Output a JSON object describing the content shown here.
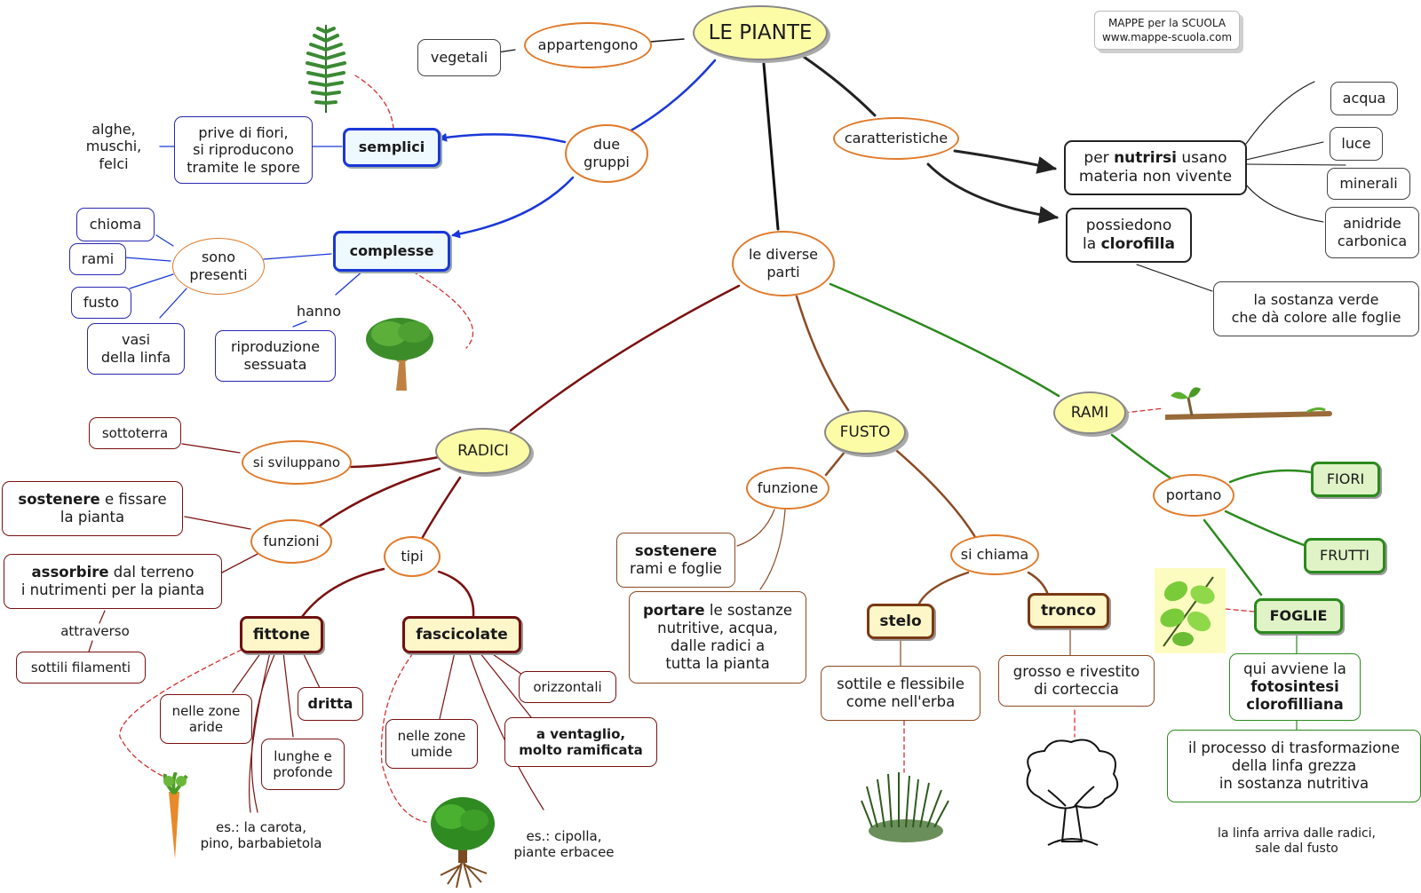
{
  "title": "LE PIANTE",
  "watermark": {
    "line1": "MAPPE per la SCUOLA",
    "line2": "www.mappe-scuola.com"
  },
  "colors": {
    "orange": "#e07a2a",
    "blue": "#1a37d8",
    "dark_red": "#7a1010",
    "brown": "#8b4a22",
    "green": "#2b8a1d",
    "yellow_fill": "#fdfca6"
  },
  "labels": {
    "appartengono": "appartengono",
    "vegetali": "vegetali",
    "due_gruppi": [
      "due",
      "gruppi"
    ],
    "semplici": "semplici",
    "prive": [
      "prive di fiori,",
      "si riproducono",
      "tramite le spore"
    ],
    "alghe": [
      "alghe,",
      "muschi,",
      "felci"
    ],
    "complesse": "complesse",
    "sono_presenti": [
      "sono",
      "presenti"
    ],
    "chioma": "chioma",
    "rami": "rami",
    "fusto": "fusto",
    "vasi": [
      "vasi",
      "della linfa"
    ],
    "hanno": "hanno",
    "riproduzione": [
      "riproduzione",
      "sessuata"
    ],
    "caratteristiche": "caratteristiche",
    "nutrirsi": {
      "pre": "per ",
      "bold": "nutrirsi",
      "post": " usano",
      "line2": "materia non vivente"
    },
    "clorofilla": {
      "line1": "possiedono",
      "pre": "la ",
      "bold": "clorofilla"
    },
    "acqua": "acqua",
    "luce": "luce",
    "minerali": "minerali",
    "anidride": [
      "anidride",
      "carbonica"
    ],
    "sostanza_verde": [
      "la sostanza verde",
      "che dà colore alle foglie"
    ],
    "diverse_parti": [
      "le diverse",
      "parti"
    ],
    "radici": "RADICI",
    "sottoterra": "sottoterra",
    "si_sviluppano": "si sviluppano",
    "funzioni": "funzioni",
    "sostenere_fissare": {
      "bold": "sostenere",
      "post": " e fissare",
      "line2": "la pianta"
    },
    "assorbire": {
      "bold": "assorbire",
      "post": " dal terreno",
      "line2": "i nutrimenti per la pianta"
    },
    "attraverso": "attraverso",
    "filamenti": "sottili filamenti",
    "tipi": "tipi",
    "fittone": "fittone",
    "fascicolate": "fascicolate",
    "zone_aride": [
      "nelle zone",
      "aride"
    ],
    "dritta": "dritta",
    "lunghe": [
      "lunghe e",
      "profonde"
    ],
    "es_carota": [
      "es.: la carota,",
      "pino, barbabietola"
    ],
    "zone_umide": [
      "nelle zone",
      "umide"
    ],
    "orizzontali": "orizzontali",
    "ventaglio": [
      "a ventaglio,",
      "molto ramificata"
    ],
    "es_cipolla": [
      "es.: cipolla,",
      "piante erbacee"
    ],
    "fusto_node": "FUSTO",
    "funzione": "funzione",
    "sostenere_rami": {
      "bold": "sostenere",
      "line2": "rami e foglie"
    },
    "portare": {
      "bold": "portare",
      "post": " le sostanze",
      "line2": "nutritive, acqua,",
      "line3": "dalle radici a",
      "line4": "tutta la pianta"
    },
    "si_chiama": "si chiama",
    "stelo": "stelo",
    "tronco": "tronco",
    "sottile": [
      "sottile e flessibile",
      "come nell'erba"
    ],
    "grosso": [
      "grosso e rivestito",
      "di corteccia"
    ],
    "rami_node": "RAMI",
    "portano": "portano",
    "fiori": "FIORI",
    "frutti": "FRUTTI",
    "foglie": "FOGLIE",
    "fotosintesi": {
      "line1": "qui avviene la",
      "bold1": "fotosintesi",
      "bold2": "clorofilliana"
    },
    "processo": [
      "il processo di trasformazione",
      "della linfa grezza",
      "in sostanza nutritiva"
    ],
    "linfa": [
      "la linfa arriva dalle radici,",
      "sale dal fusto"
    ]
  }
}
